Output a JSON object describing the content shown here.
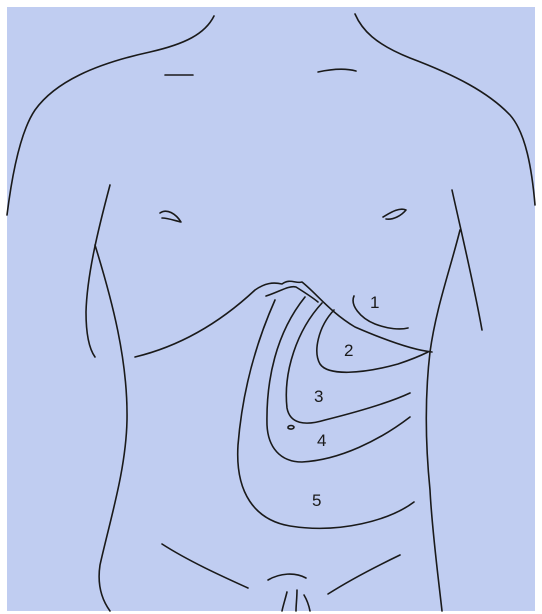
{
  "figure": {
    "background_color": "#c0cdf1",
    "line_color": "#1a1a1a",
    "region_labels": [
      "1",
      "2",
      "3",
      "4",
      "5"
    ]
  }
}
